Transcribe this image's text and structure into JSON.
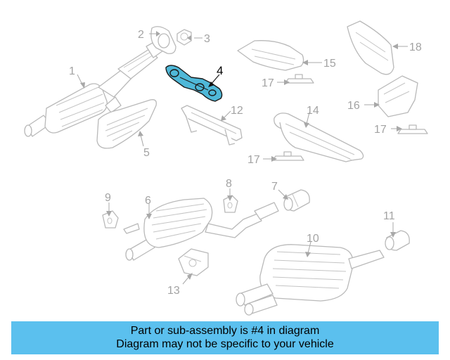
{
  "callouts": {
    "c1": "1",
    "c2": "2",
    "c3": "3",
    "c4": "4",
    "c5": "5",
    "c6": "6",
    "c7": "7",
    "c8": "8",
    "c9": "9",
    "c10": "10",
    "c11": "11",
    "c12": "12",
    "c13": "13",
    "c14": "14",
    "c15": "15",
    "c16": "16",
    "c17a": "17",
    "c17b": "17",
    "c17c": "17",
    "c18": "18"
  },
  "highlighted_part": "4",
  "banner": {
    "line1": "Part or sub-assembly is #4 in diagram",
    "line2": "Diagram may not be specific to your vehicle"
  },
  "colors": {
    "highlight": "#4fb8d8",
    "banner": "#5bc0ee",
    "linework": "#b9b9b9"
  }
}
